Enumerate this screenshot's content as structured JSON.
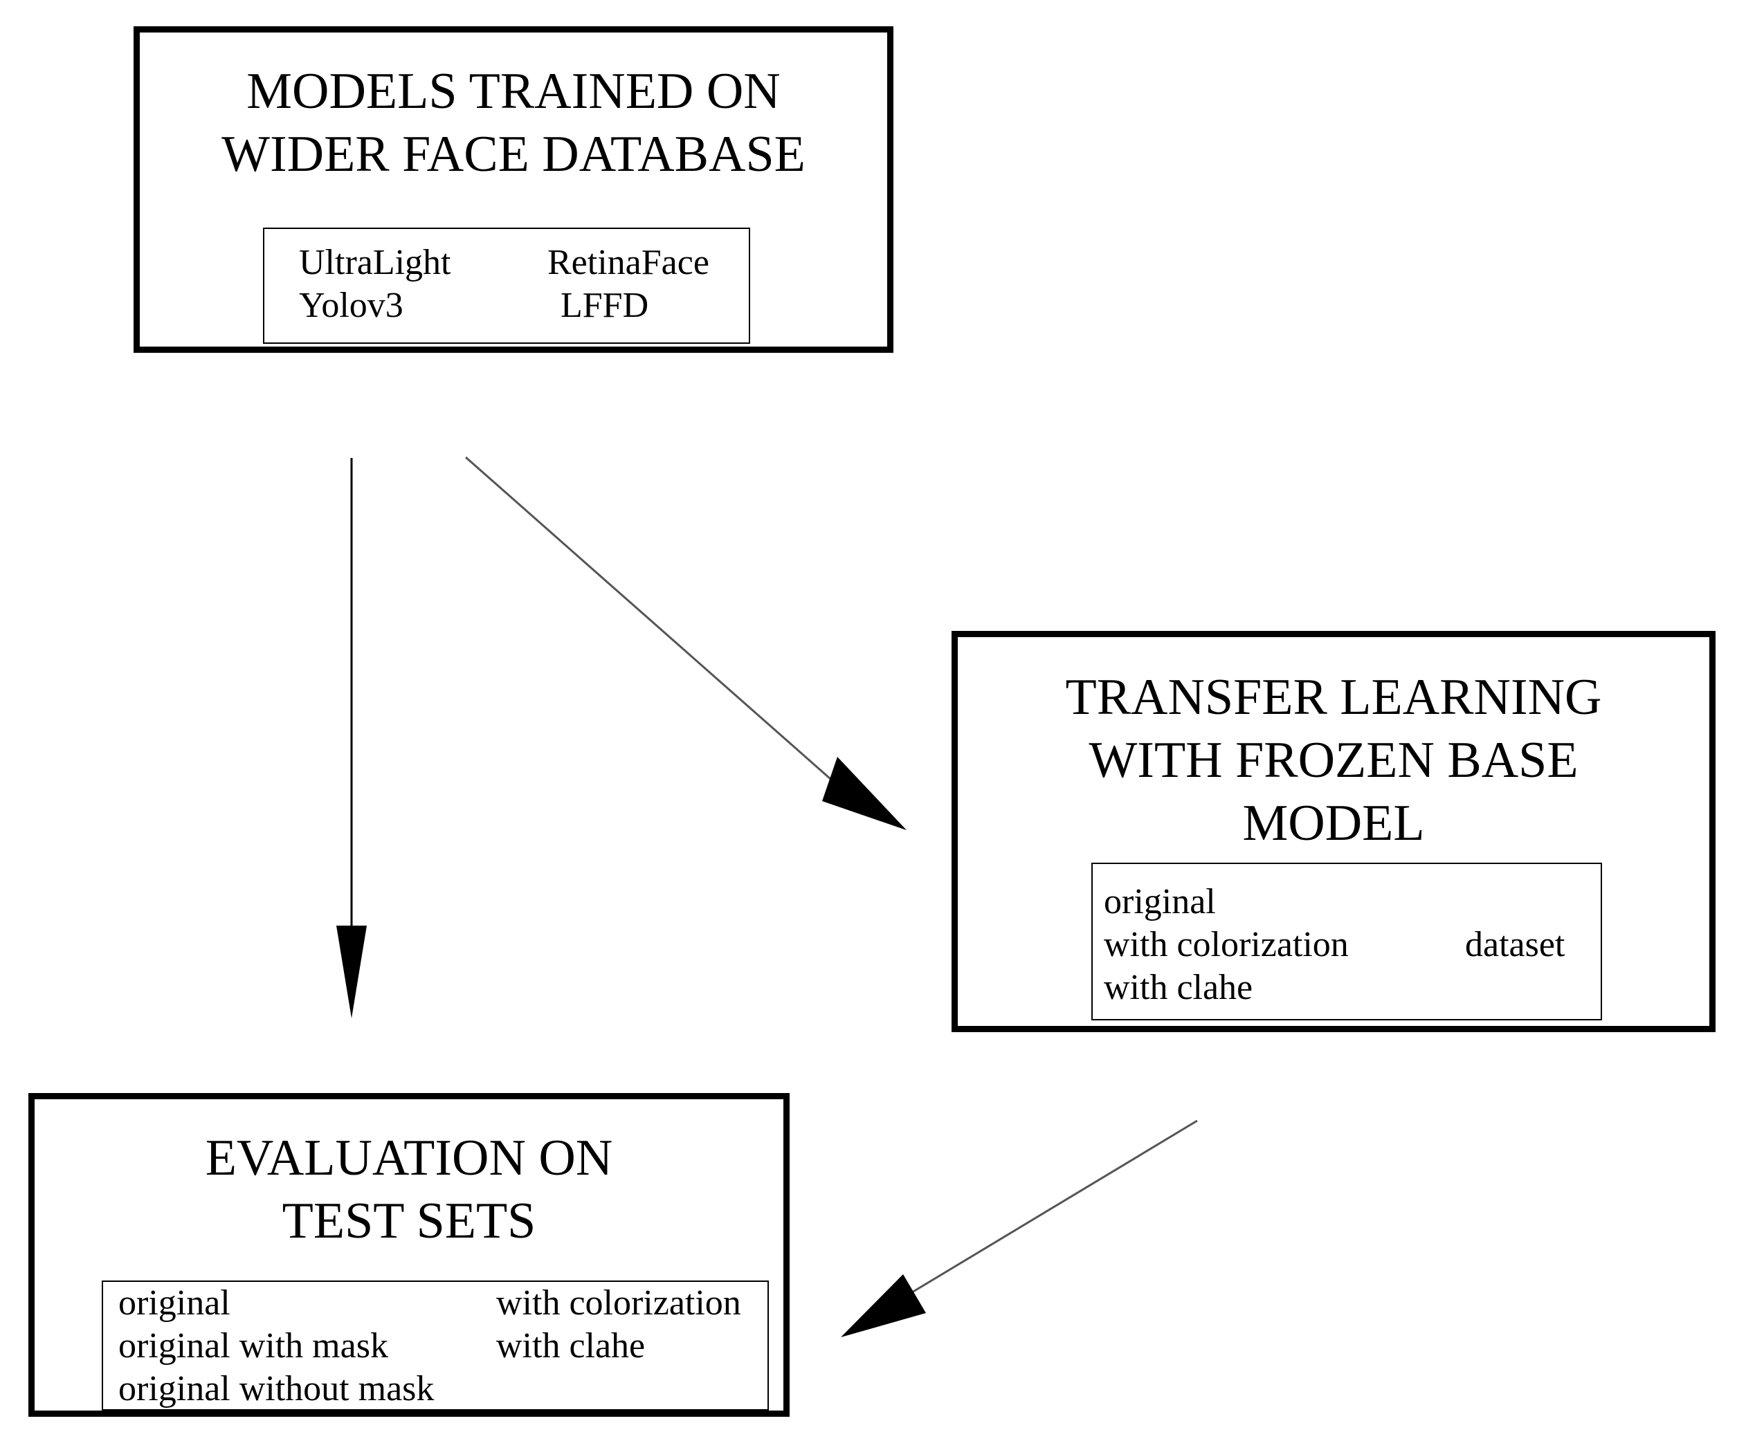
{
  "nodes": {
    "models": {
      "title_lines": [
        "MODELS TRAINED ON",
        "WIDER FACE DATABASE"
      ],
      "items": [
        "UltraLight",
        "RetinaFace",
        "Yolov3",
        "LFFD"
      ]
    },
    "transfer": {
      "title_lines": [
        "TRANSFER LEARNING",
        "WITH FROZEN BASE",
        "MODEL"
      ],
      "items": [
        "original",
        "with colorization",
        "with clahe",
        "dataset"
      ]
    },
    "evaluation": {
      "title_lines": [
        "EVALUATION ON",
        "TEST SETS"
      ],
      "items": [
        "original",
        "original with mask",
        "original without mask",
        "with colorization",
        "with clahe"
      ]
    }
  },
  "edges": [
    {
      "from": "models",
      "to": "evaluation"
    },
    {
      "from": "models",
      "to": "transfer"
    },
    {
      "from": "transfer",
      "to": "evaluation"
    }
  ]
}
